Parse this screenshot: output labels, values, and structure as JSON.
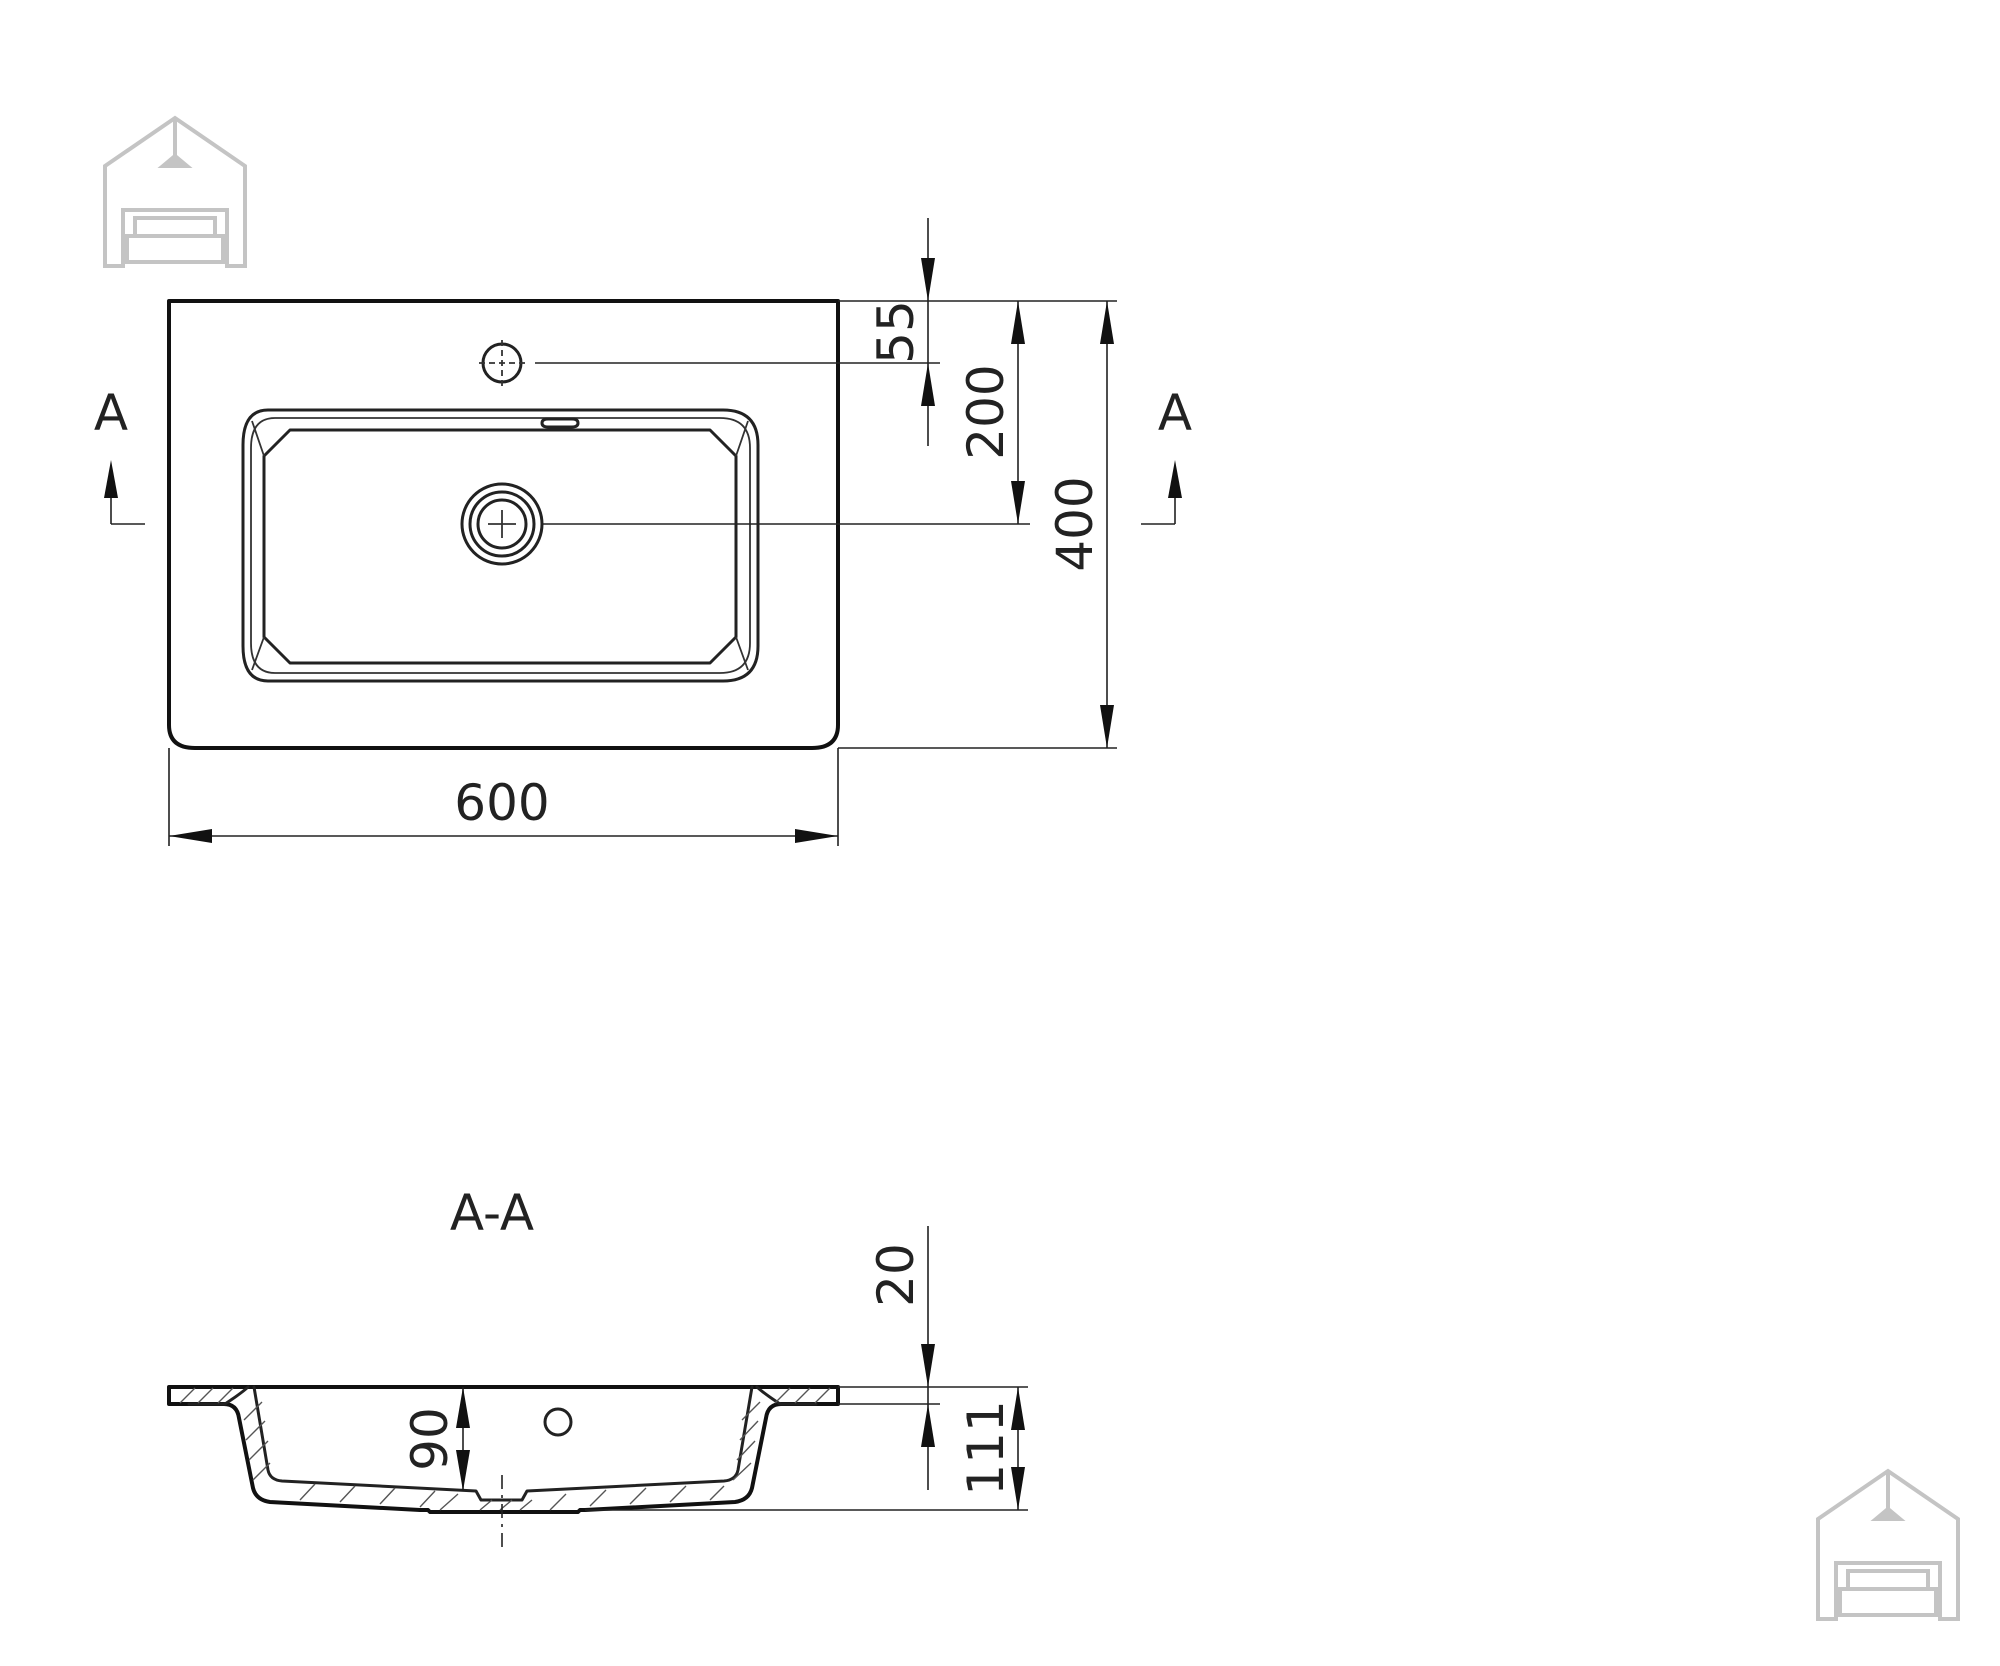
{
  "plan_view": {
    "width_dim": "600",
    "depth_dim": "400",
    "tap_hole_dim": "55",
    "drain_dim": "200",
    "section_marker_left": "A",
    "section_marker_right": "A"
  },
  "section_view": {
    "title": "A-A",
    "rim_thickness_dim": "20",
    "bowl_depth_dim": "90",
    "total_height_dim": "111"
  },
  "icons": [
    "house-sofa-logo-icon",
    "house-sofa-logo-icon"
  ]
}
